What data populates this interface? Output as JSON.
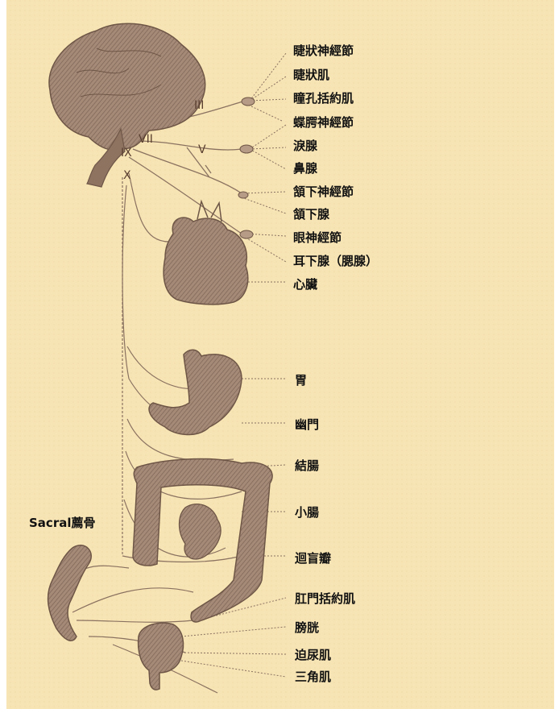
{
  "colors": {
    "background": "#f7e4b4",
    "organ_fill": "#a58a78",
    "organ_shadow": "#6e5646",
    "nerve_line": "#8a7260",
    "label_text": "#111111"
  },
  "labels": {
    "ciliary_ganglion": "睫狀神經節",
    "ciliary_muscle": "睫狀肌",
    "pupil_sphincter": "瞳孔括約肌",
    "sphenopalatine_ganglion": "蝶腭神經節",
    "lacrimal_gland": "淚腺",
    "nasal_gland": "鼻腺",
    "submandibular_ganglion": "頷下神經節",
    "submandibular_gland": "頷下腺",
    "otic_ganglion": "眼神經節",
    "parotid_gland": "耳下腺（腮腺）",
    "heart": "心臟",
    "stomach": "胃",
    "pylorus": "幽門",
    "colon": "結腸",
    "small_intestine": "小腸",
    "ileocecal_valve": "迴盲瓣",
    "anal_sphincter": "肛門括約肌",
    "bladder": "膀胱",
    "detrusor": "迫尿肌",
    "trigone": "三角肌",
    "sacral": "Sacral薦骨"
  },
  "cranial_nerves": {
    "III": "III",
    "VII": "VII",
    "V": "V",
    "IX": "IX",
    "X": "X"
  }
}
